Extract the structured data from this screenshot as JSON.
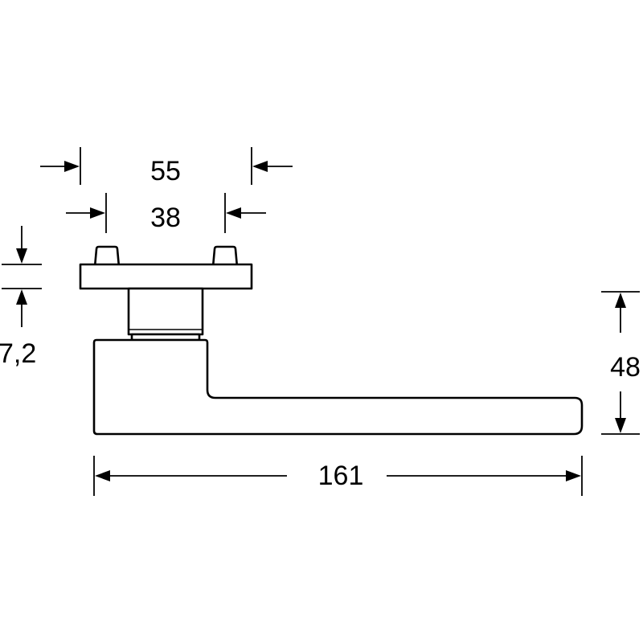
{
  "drawing": {
    "type": "technical-dimension-drawing",
    "subject": "lever door handle on square rose",
    "line_color": "#000000",
    "background_color": "#ffffff"
  },
  "dimensions": {
    "rose_width": "55",
    "inner_width": "38",
    "rose_thickness": "7,2",
    "lever_height": "48",
    "lever_length": "161"
  }
}
